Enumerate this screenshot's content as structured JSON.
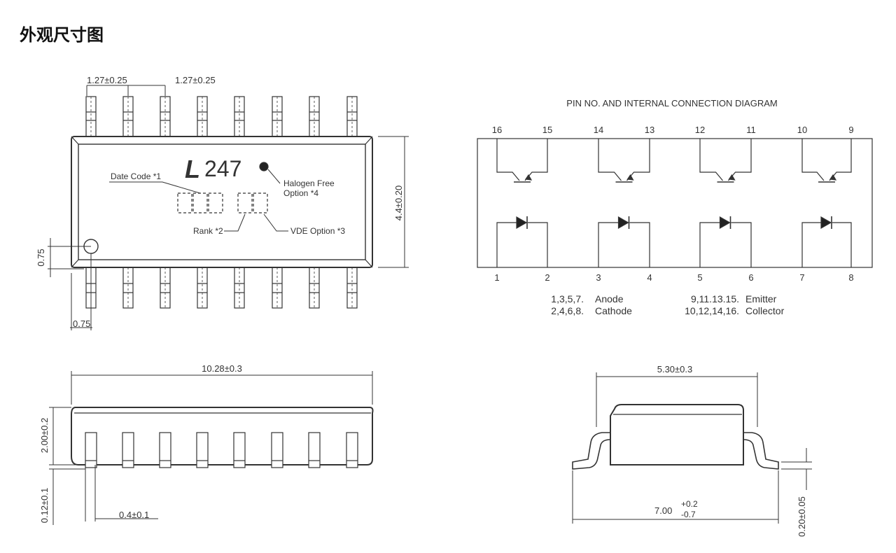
{
  "page": {
    "title": "外观尺寸图"
  },
  "top_view": {
    "pitch_left": "1.27±0.25",
    "pitch_right": "1.27±0.25",
    "width_dim": "4.4±0.20",
    "pin1_offset_v": "0.75",
    "pin1_offset_h": "0.75",
    "marking_letter": "L",
    "marking_number": "247",
    "date_code_label": "Date Code *1",
    "rank_label": "Rank *2",
    "vde_label": "VDE Option *3",
    "halogen_line1": "Halogen Free",
    "halogen_line2": "Option *4"
  },
  "pin_diagram": {
    "title": "PIN NO. AND INTERNAL CONNECTION DIAGRAM",
    "top_pins": [
      "16",
      "15",
      "14",
      "13",
      "12",
      "11",
      "10",
      "9"
    ],
    "bottom_pins": [
      "1",
      "2",
      "3",
      "4",
      "5",
      "6",
      "7",
      "8"
    ],
    "legend": {
      "anode_pins": "1,3,5,7.",
      "anode": "Anode",
      "cathode_pins": "2,4,6,8.",
      "cathode": "Cathode",
      "emitter_pins": "9,11.13.15.",
      "emitter": "Emitter",
      "collector_pins": "10,12,14,16.",
      "collector": "Collector"
    }
  },
  "side_view": {
    "length_dim": "10.28±0.3",
    "height_dim": "2.00±0.2",
    "standoff_dim": "0.12±0.1",
    "lead_width_dim": "0.4±0.1"
  },
  "end_view": {
    "body_width_dim": "5.30±0.3",
    "span_dim_main": "7.00",
    "span_dim_plus": "+0.2",
    "span_dim_minus": "-0.7",
    "lead_thickness_dim": "0.20±0.05"
  }
}
